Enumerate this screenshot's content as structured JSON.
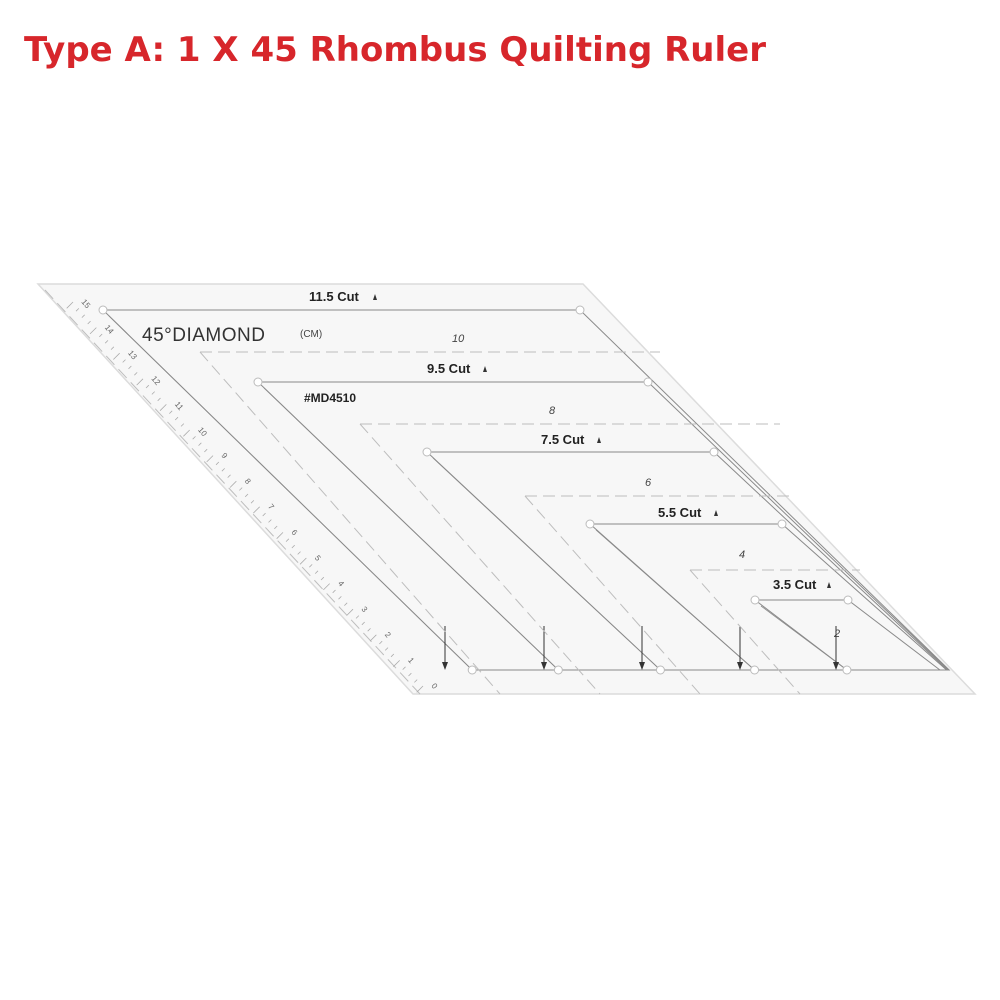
{
  "title": "Type A: 1 X 45 Rhombus Quilting Ruler",
  "colors": {
    "title": "#d7262b",
    "ruler_fill": "#f7f7f7",
    "ruler_edge": "#dcdcdc",
    "line": "#8a8a8a",
    "dash": "#bdbdbd"
  },
  "ruler": {
    "heading": "45°DIAMOND",
    "heading_unit": "(CM)",
    "model": "#MD4510",
    "cut_labels": [
      "11.5 Cut",
      "9.5 Cut",
      "7.5 Cut",
      "5.5 Cut",
      "3.5 Cut"
    ],
    "size_labels": [
      "10",
      "8",
      "6",
      "4",
      "2"
    ],
    "scale_labels": [
      "0",
      "1",
      "2",
      "3",
      "4",
      "5",
      "6",
      "7",
      "8",
      "9",
      "10",
      "11",
      "12",
      "13",
      "14",
      "15"
    ]
  }
}
